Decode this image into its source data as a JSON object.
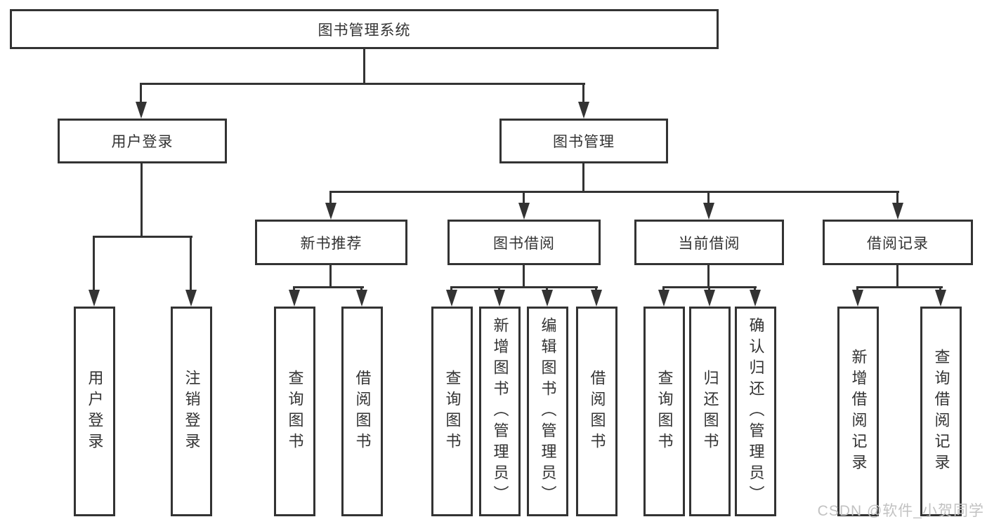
{
  "tree": {
    "root": "图书管理系统",
    "branches": [
      {
        "label": "用户登录",
        "children": [
          "用户登录",
          "注销登录"
        ]
      },
      {
        "label": "图书管理",
        "children": [
          {
            "label": "新书推荐",
            "children": [
              "查询图书",
              "借阅图书"
            ]
          },
          {
            "label": "图书借阅",
            "children": [
              "查询图书",
              "新增图书（管理员）",
              "编辑图书（管理员）",
              "借阅图书"
            ]
          },
          {
            "label": "当前借阅",
            "children": [
              "查询图书",
              "归还图书",
              "确认归还（管理员）"
            ]
          },
          {
            "label": "借阅记录",
            "children": [
              "新增借阅记录",
              "查询借阅记录"
            ]
          }
        ]
      }
    ]
  },
  "watermark": {
    "text": "CSDN @软件_小贺同学"
  },
  "colors": {
    "line": "#333333",
    "text": "#333333",
    "box_background": "#ffffff",
    "page_background": "#ffffff",
    "watermark": "#c2c2c2"
  }
}
